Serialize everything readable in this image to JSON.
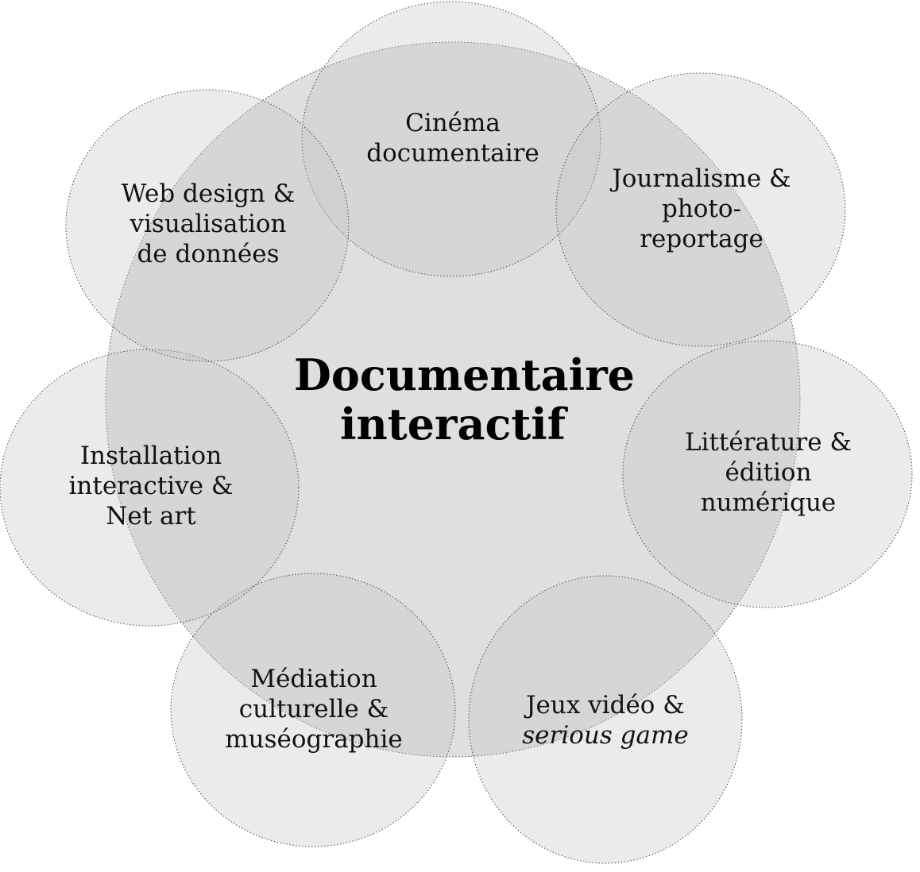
{
  "center": {
    "lines": [
      "Documentaire",
      "interactif"
    ]
  },
  "domains": [
    {
      "lines": [
        "Cinéma",
        "documentaire"
      ]
    },
    {
      "lines": [
        "Journalisme &",
        "photo-",
        "reportage"
      ]
    },
    {
      "lines": [
        "Littérature &",
        "édition",
        "numérique"
      ]
    },
    {
      "lines": [
        "Jeux  vidéo &",
        "serious game"
      ]
    },
    {
      "lines": [
        "Médiation",
        "culturelle &",
        "muséographie"
      ]
    },
    {
      "lines": [
        "Installation",
        "interactive &",
        "Net art"
      ]
    },
    {
      "lines": [
        "Web design &",
        "visualisation",
        "de données"
      ]
    }
  ]
}
